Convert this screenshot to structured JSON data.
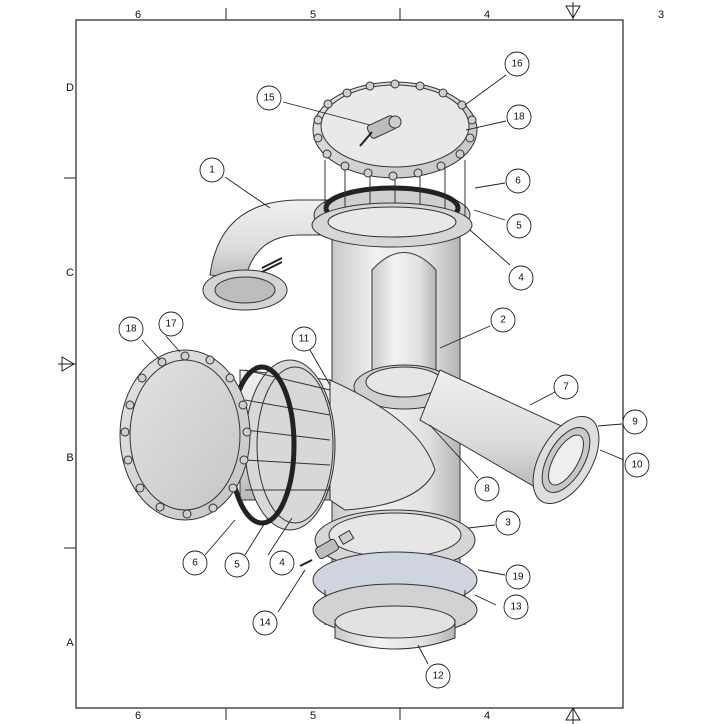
{
  "frame": {
    "top_zones": [
      "6",
      "5",
      "4",
      "3"
    ],
    "bottom_zones": [
      "6",
      "5",
      "4"
    ],
    "left_zones": [
      "D",
      "C",
      "B",
      "A"
    ]
  },
  "balloons": [
    {
      "id": "b1",
      "label": "1"
    },
    {
      "id": "b2",
      "label": "2"
    },
    {
      "id": "b3",
      "label": "3"
    },
    {
      "id": "b4a",
      "label": "4"
    },
    {
      "id": "b4b",
      "label": "4"
    },
    {
      "id": "b5a",
      "label": "5"
    },
    {
      "id": "b5b",
      "label": "5"
    },
    {
      "id": "b6a",
      "label": "6"
    },
    {
      "id": "b6b",
      "label": "6"
    },
    {
      "id": "b7",
      "label": "7"
    },
    {
      "id": "b8",
      "label": "8"
    },
    {
      "id": "b9",
      "label": "9"
    },
    {
      "id": "b10",
      "label": "10"
    },
    {
      "id": "b11",
      "label": "11"
    },
    {
      "id": "b12",
      "label": "12"
    },
    {
      "id": "b13",
      "label": "13"
    },
    {
      "id": "b14",
      "label": "14"
    },
    {
      "id": "b15",
      "label": "15"
    },
    {
      "id": "b16",
      "label": "16"
    },
    {
      "id": "b17",
      "label": "17"
    },
    {
      "id": "b18a",
      "label": "18"
    },
    {
      "id": "b18b",
      "label": "18"
    },
    {
      "id": "b19",
      "label": "19"
    }
  ]
}
